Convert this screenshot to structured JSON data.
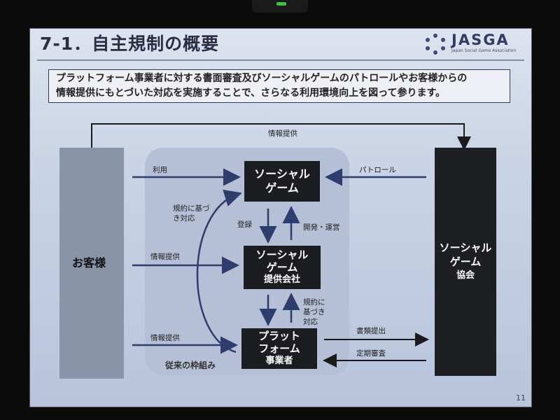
{
  "slide": {
    "title": "7-1．自主規制の概要",
    "logo_text": "JASGA",
    "logo_sub": "Japan Social Game Association",
    "intro_line1": "プラットフォーム事業者に対する書面審査及びソーシャルゲームのパトロールやお客様からの",
    "intro_line2": "情報提供にもとづいた対応を実施することで、さらなる利用環境向上を図って参ります。",
    "page_number": "11"
  },
  "diagram": {
    "customer": "お客様",
    "association_line1": "ソーシャル",
    "association_line2": "ゲーム",
    "association_line3": "協会",
    "social_game_line1": "ソーシャル",
    "social_game_line2": "ゲーム",
    "provider_line1": "ソーシャル",
    "provider_line2": "ゲーム",
    "provider_line3": "提供会社",
    "platform_line1": "プラット",
    "platform_line2": "フォーム",
    "platform_line3": "事業者",
    "framework_label": "従来の枠組み",
    "labels": {
      "top_info": "情報提供",
      "use": "利用",
      "info1": "情報提供",
      "info2": "情報提供",
      "patrol": "パトロール",
      "register": "登録",
      "dev_ops": "開発・運営",
      "rule_action_1": "規約に基づ",
      "rule_action_2": "き対応",
      "rule_based_1": "規約に",
      "rule_based_2": "基づき",
      "rule_based_3": "対応",
      "docs_submit": "書類提出",
      "periodic_review": "定期審査"
    }
  }
}
